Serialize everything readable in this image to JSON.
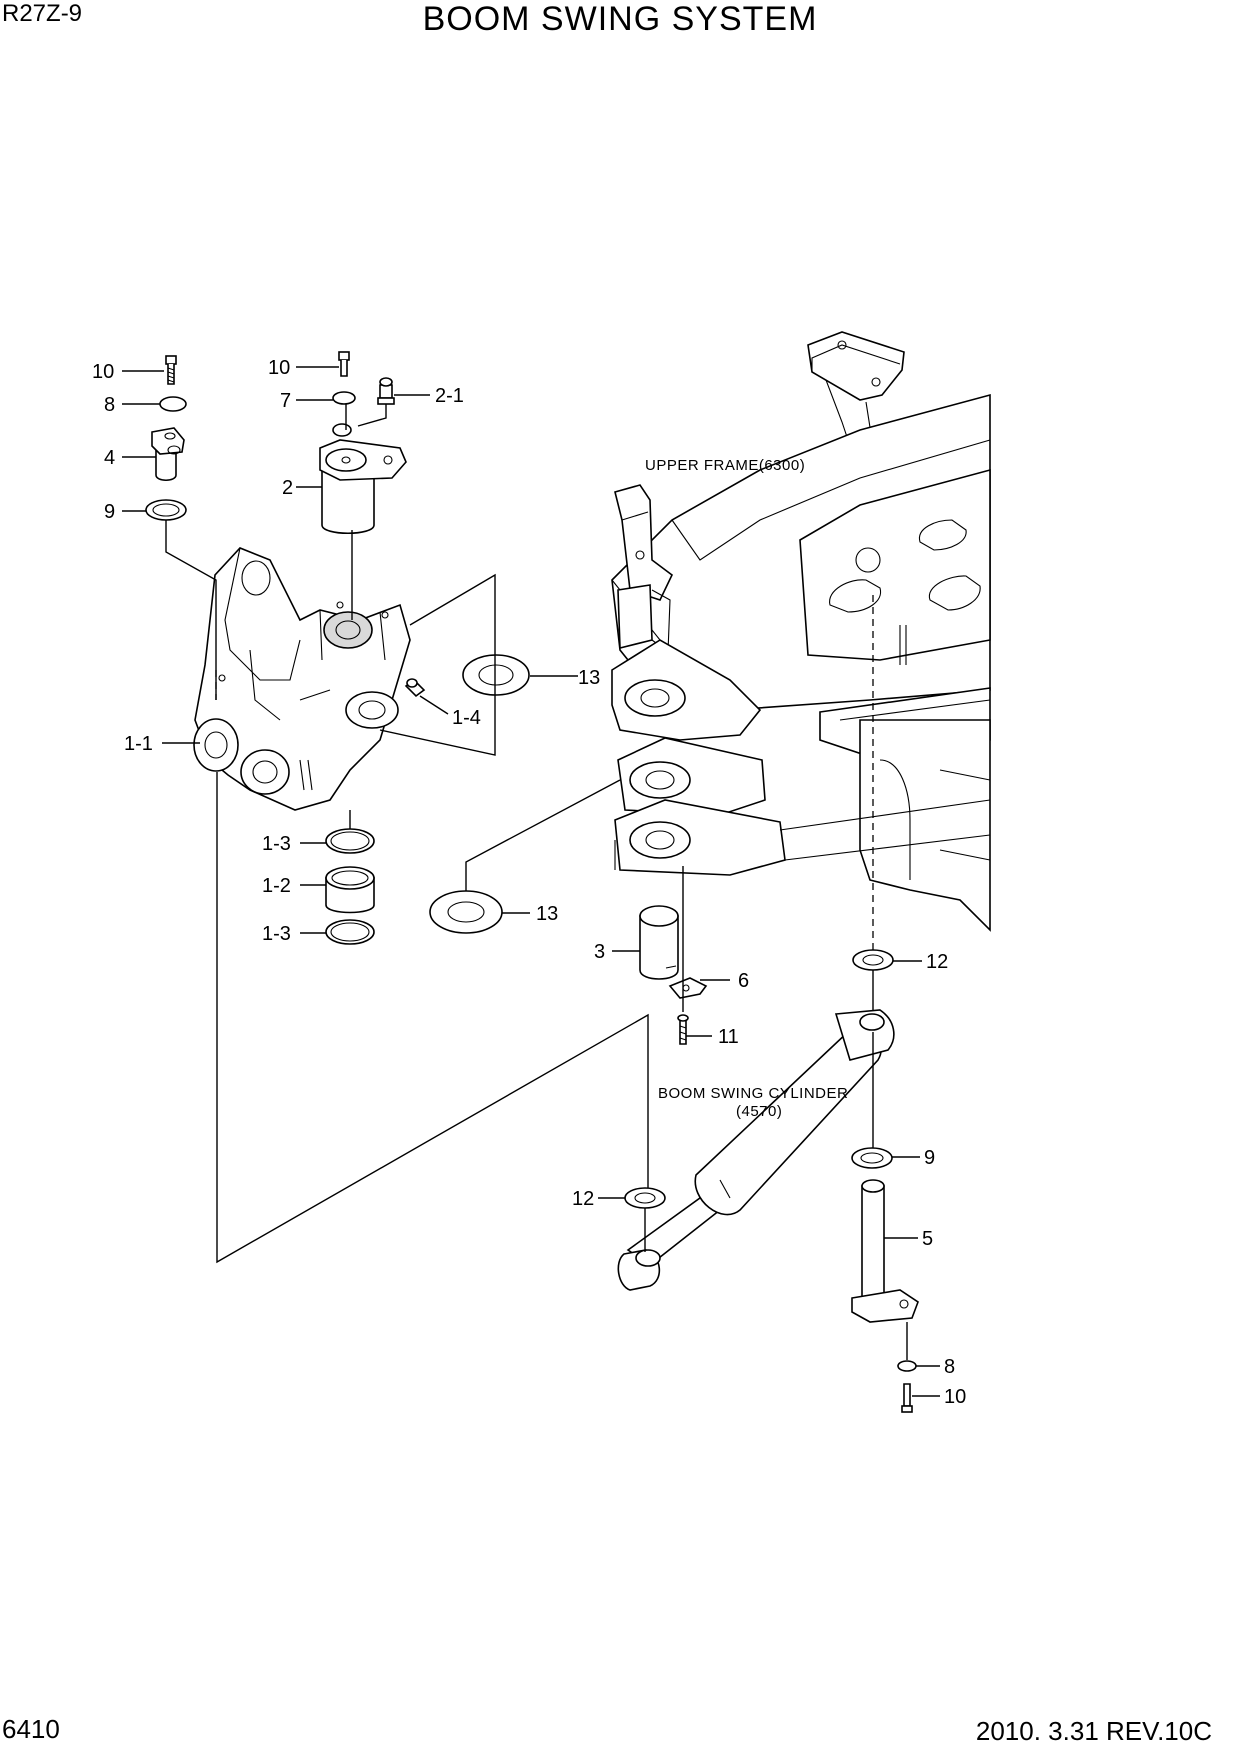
{
  "header": {
    "model": "R27Z-9",
    "title": "BOOM SWING SYSTEM"
  },
  "footer": {
    "page_number": "6410",
    "revision": "2010. 3.31  REV.10C"
  },
  "notes": {
    "upper_frame": "UPPER FRAME(6300)",
    "cylinder_line1": "BOOM SWING CYLINDER",
    "cylinder_line2": "(4570)"
  },
  "callouts": {
    "bolt_top_left": "10",
    "washer_top_left": "8",
    "pin_4": "4",
    "ring_9_left": "9",
    "bolt_top_mid": "10",
    "washer_7": "7",
    "nipple_2_1": "2-1",
    "pin_2": "2",
    "washer_13_upper": "13",
    "nipple_1_4": "1-4",
    "bracket_1_1": "1-1",
    "ring_1_3_upper": "1-3",
    "bushing_1_2": "1-2",
    "ring_1_3_lower": "1-3",
    "washer_13_lower": "13",
    "pin_3": "3",
    "plate_6": "6",
    "bolt_11": "11",
    "shim_12_right": "12",
    "ring_9_right": "9",
    "shim_12_left": "12",
    "pin_5": "5",
    "washer_8_bottom": "8",
    "bolt_10_bottom": "10"
  }
}
